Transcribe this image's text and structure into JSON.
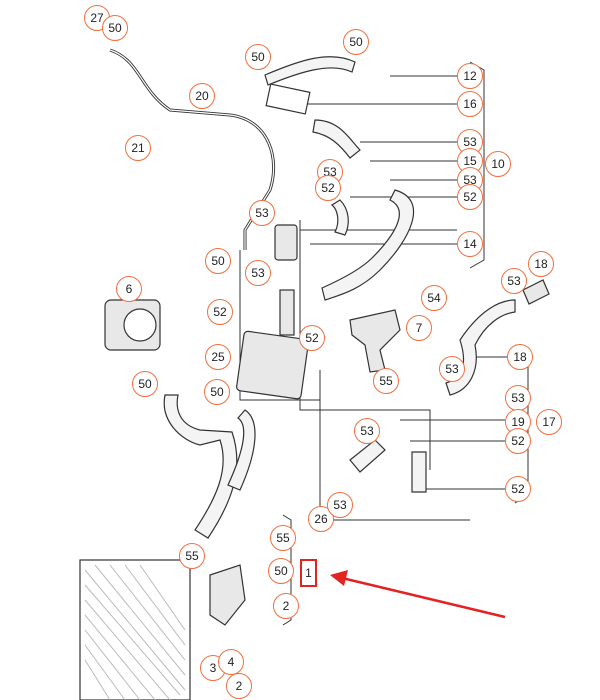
{
  "diagram": {
    "callouts": [
      "27",
      "50",
      "50",
      "50",
      "12",
      "16",
      "20",
      "21",
      "53",
      "15",
      "10",
      "53",
      "53",
      "52",
      "52",
      "53",
      "14",
      "50",
      "53",
      "6",
      "54",
      "18",
      "53",
      "52",
      "52",
      "7",
      "25",
      "18",
      "53",
      "55",
      "50",
      "50",
      "53",
      "19",
      "17",
      "52",
      "53",
      "52",
      "26",
      "53",
      "55",
      "55",
      "50",
      "2",
      "3",
      "4",
      "2"
    ],
    "highlighted_part": "1",
    "colors": {
      "callout_ring": "#f07040",
      "highlight": "#e32222",
      "arrow": "#e32222",
      "line": "#333333"
    }
  }
}
